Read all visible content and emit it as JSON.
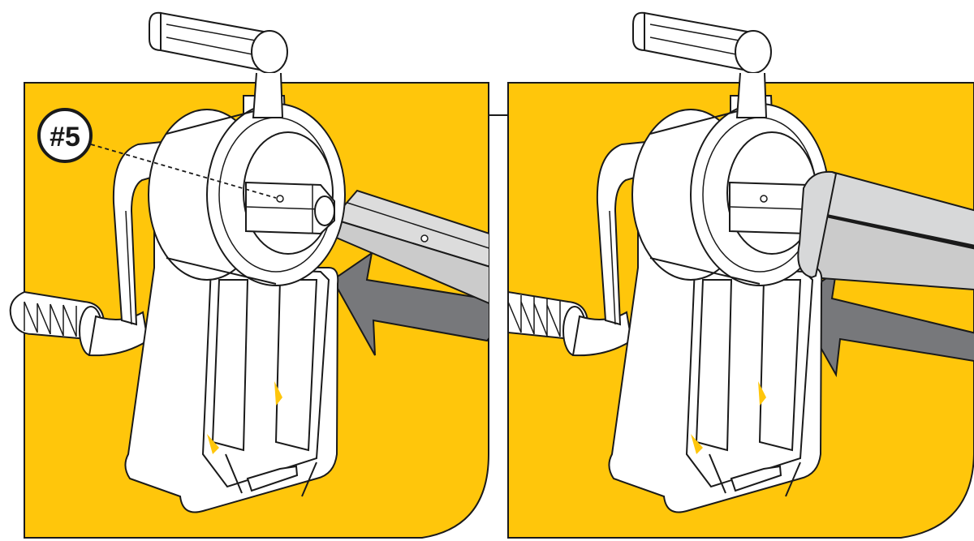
{
  "panels": [
    {
      "id": "step-before"
    },
    {
      "id": "step-after"
    }
  ],
  "callout": {
    "label": "#5"
  },
  "colors": {
    "background": "#ffc60b",
    "outline": "#1a1a1a",
    "part_fill": "#ffffff",
    "arrow": "#77787b",
    "bar": "#cbcbcb",
    "bar_shade": "#d7d8d9"
  }
}
